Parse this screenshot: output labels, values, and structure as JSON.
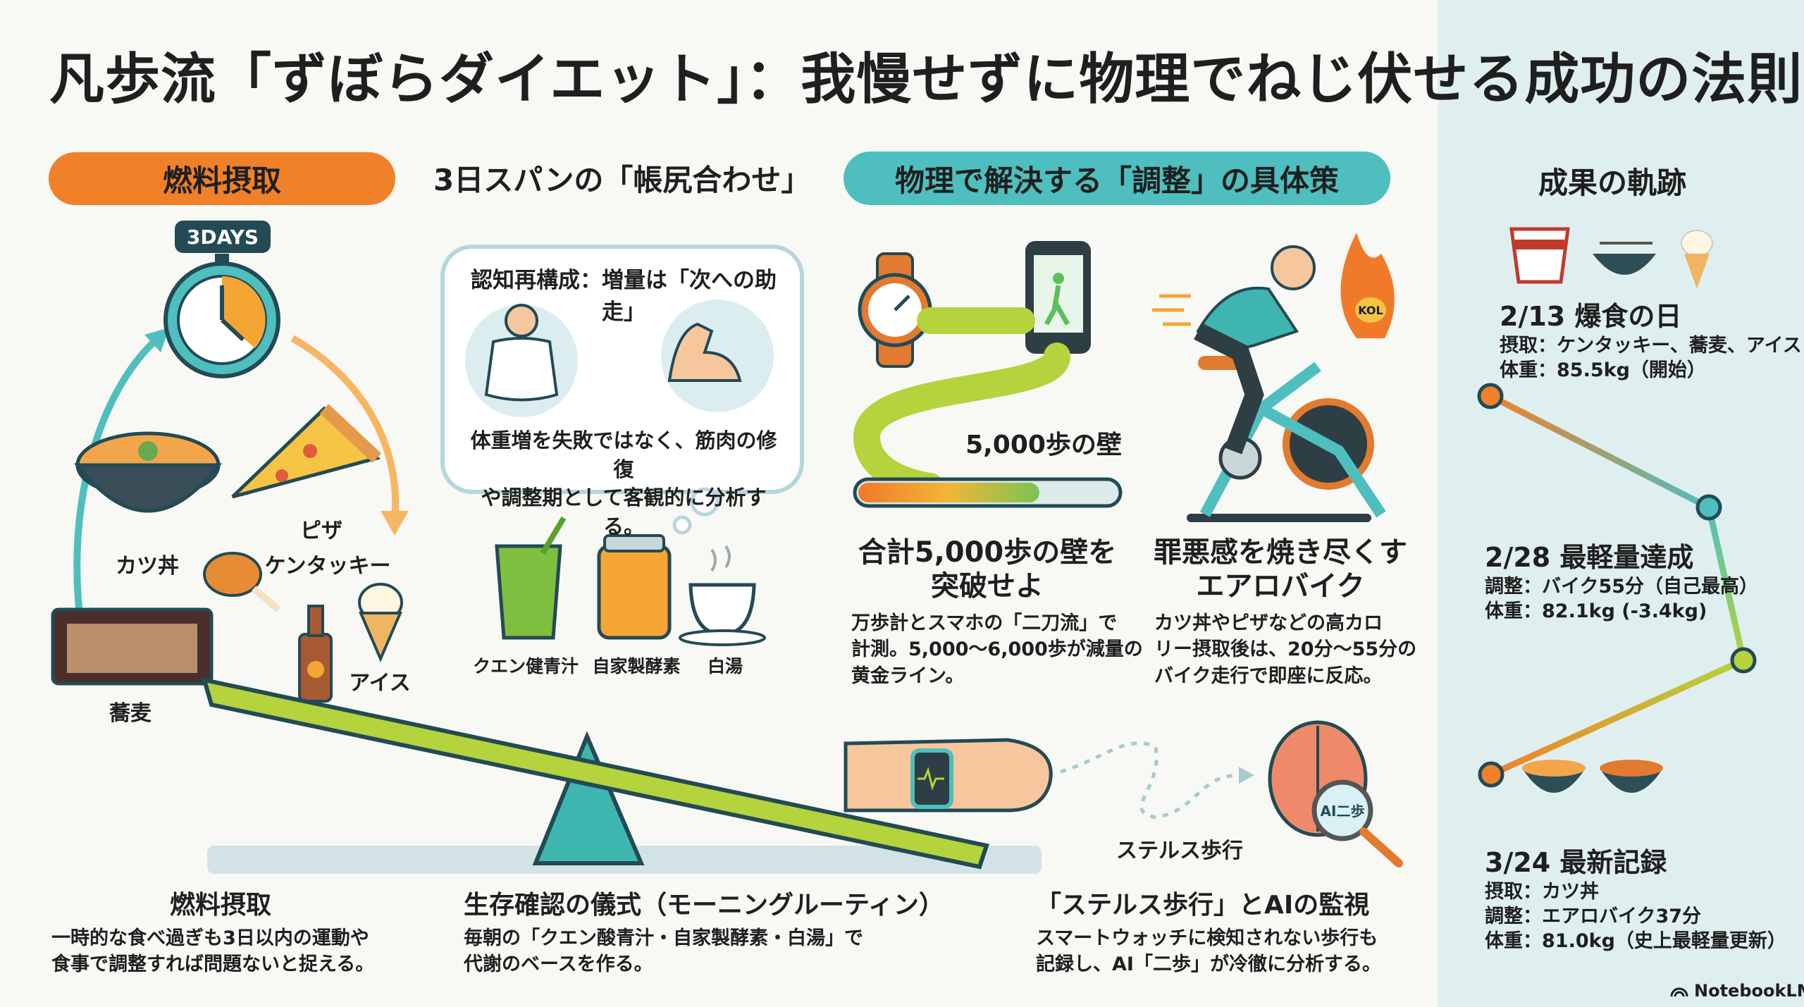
{
  "title": "凡歩流「ずぼらダイエット」：我慢せずに物理でねじ伏せる成功の法則",
  "sections": {
    "fuel_pill": "燃料摂取",
    "balance_heading": "3日スパンの「帳尻合わせ」",
    "physics_pill": "物理で解決する「調整」の具体策",
    "results_heading": "成果の軌跡"
  },
  "clock_badge": "3DAYS",
  "foods": {
    "katsudon": "カツ丼",
    "pizza": "ピザ",
    "kfc": "ケンタッキー",
    "ice": "アイス",
    "soba": "蕎麦"
  },
  "bubble": {
    "title": "認知再構成：増量は「次への助走」",
    "text_lines": [
      "体重増を失敗ではなく、筋肉の修復",
      "や調整期として客観的に分析する。"
    ]
  },
  "drinks": {
    "aojiru": "クエン健青汁",
    "enzyme": "自家製酵素",
    "sayu": "白湯"
  },
  "steps": {
    "wall_label": "5,000歩の壁",
    "progress_percent": 70,
    "heading_lines": [
      "合計5,000歩の壁を",
      "突破せよ"
    ],
    "body_lines": [
      "万歩計とスマホの「二刀流」で",
      "計測。5,000〜6,000歩が減量の",
      "黄金ライン。"
    ]
  },
  "bike": {
    "flame_label": "KOL",
    "heading_lines": [
      "罪悪感を焼き尽くす",
      "エアロバイク"
    ],
    "body_lines": [
      "カツ丼やピザなどの高カロ",
      "リー摂取後は、20分〜55分の",
      "バイク走行で即座に反応。"
    ]
  },
  "stealth_label": "ステルス歩行",
  "magnifier_label": "AI二歩",
  "bottom": [
    {
      "heading": "燃料摂取",
      "lines": [
        "一時的な食べ過ぎも3日以内の運動や",
        "食事で調整すれば問題ないと捉える。"
      ]
    },
    {
      "heading": "生存確認の儀式（モーニングルーティン）",
      "lines": [
        "毎朝の「クエン酸青汁・自家製酵素・白湯」で",
        "代謝のベースを作る。"
      ]
    },
    {
      "heading": "「ステルス歩行」とAIの監視",
      "lines": [
        "スマートウォッチに検知されない歩行も",
        "記録し、AI「二歩」が冷徹に分析する。"
      ]
    }
  ],
  "timeline": [
    {
      "date": "2/13 爆食の日",
      "lines": [
        "摂取：ケンタッキー、蕎麦、アイス",
        "体重：85.5kg（開始）"
      ],
      "weight_kg": 85.5
    },
    {
      "date": "2/28 最軽量達成",
      "lines": [
        "調整：バイク55分（自己最高）",
        "体重：82.1kg (-3.4kg)"
      ],
      "weight_kg": 82.1
    },
    {
      "date": "3/24 最新記録",
      "lines": [
        "摂取：カツ丼",
        "調整：エアロバイク37分",
        "体重：81.0kg（史上最軽量更新）"
      ],
      "weight_kg": 81.0
    }
  ],
  "brand": "NotebookLM",
  "colors": {
    "orange": "#f08129",
    "teal": "#4ebfbe",
    "lime": "#b5d33d",
    "dark": "#234a55",
    "panel": "#dfeff0"
  }
}
